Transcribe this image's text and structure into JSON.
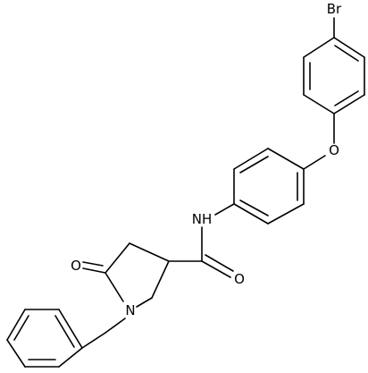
{
  "labels": {
    "bromine": "Br",
    "ether_oxygen": "O",
    "amide_nitrogen": "NH",
    "amide_oxygen": "O",
    "lactam_oxygen": "O",
    "ring_nitrogen": "N"
  },
  "colors": {
    "bond": "#000000",
    "background": "#ffffff"
  }
}
